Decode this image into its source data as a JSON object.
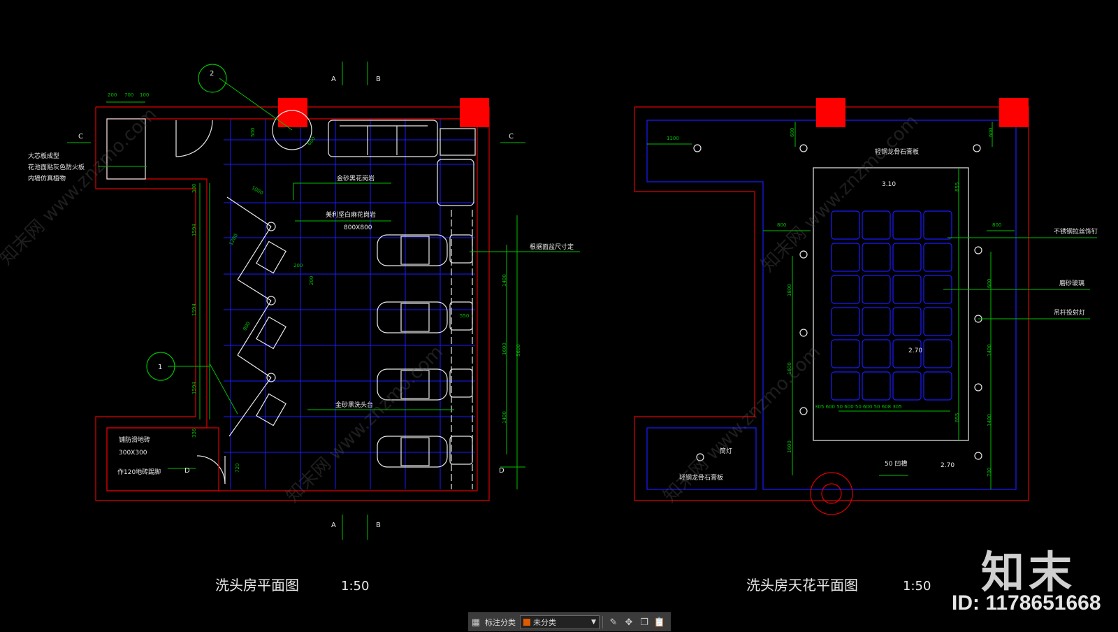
{
  "left_plan": {
    "title": "洗头房平面图",
    "scale": "1:50",
    "labels": {
      "gold_sand_black": "金砂黑花岗岩",
      "marble_floor": "美利坚白麻花岗岩",
      "marble_size": "800X800",
      "mirror_note": "根据面盆尺寸定",
      "wash_basin": "金砂黑洗头台",
      "wall_note_1": "大芯板成型",
      "wall_note_2": "花池面贴灰色防火板",
      "wall_note_3": "内墙仿真植物",
      "tile_note": "铺防滑地砖",
      "tile_size": "300X300",
      "skirting": "作120地砖踢脚"
    },
    "dims": {
      "top_200": "200",
      "top_700": "700",
      "top_100": "100",
      "d_500": "500",
      "d_600": "600",
      "left_300": "300",
      "left_1594a": "1594",
      "left_1594b": "1594",
      "left_1594c": "1594",
      "left_336": "336",
      "right_1400a": "1400",
      "right_1600": "1600",
      "right_1400b": "1400",
      "right_5600": "5600",
      "diag_1000": "1000",
      "diag_1200": "1200",
      "diag_900": "900",
      "diag_200a": "200",
      "diag_200b": "200",
      "bottom_720": "720",
      "mid_550": "550"
    },
    "axes": {
      "a": "A",
      "b": "B",
      "c": "C",
      "d": "D",
      "bubble_1": "1",
      "bubble_2": "2"
    }
  },
  "right_plan": {
    "title": "洗头房天花平面图",
    "scale": "1:50",
    "labels": {
      "gypsum_top": "轻钢龙骨石膏板",
      "stainless": "不锈钢拉丝饰钉",
      "frosted_glass": "磨砂玻璃",
      "spot_light": "吊杆投射灯",
      "downlight": "筒灯",
      "gypsum_bottom": "轻钢龙骨石膏板",
      "groove": "50  凹槽",
      "level_310": "3.10",
      "level_270a": "2.70",
      "level_270b": "2.70"
    },
    "dims": {
      "d_1100": "1100",
      "d_600a": "600",
      "d_600b": "600",
      "d_800a": "800",
      "d_800b": "800",
      "l_1800": "1800",
      "l_1600a": "1600",
      "l_1600b": "1600",
      "r_855a": "855",
      "r_855b": "855",
      "r_600": "600",
      "r_1400a": "1400",
      "r_1400b": "1400",
      "r_700": "700",
      "bot_row": "305  600  50  600  50  600  50  608  305"
    }
  },
  "watermark": {
    "logo": "知末",
    "id": "ID: 1178651668",
    "diagonal": "知末网 www.znzmo.com"
  },
  "toolbar": {
    "label": "标注分类",
    "select_value": "未分类",
    "icons": [
      "grid-icon",
      "edit-icon",
      "move-icon",
      "copy-icon",
      "paste-icon"
    ]
  },
  "colors": {
    "wall": "#e00000",
    "grid": "#1a1aff",
    "dim": "#00c000",
    "furniture": "#e8e8e8",
    "column": "#ff0000"
  }
}
